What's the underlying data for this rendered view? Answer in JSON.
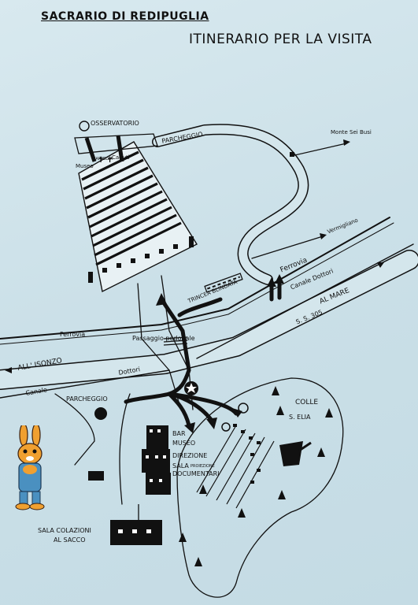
{
  "header": {
    "title": "SACRARIO DI REDIPUGLIA",
    "subtitle": "ITINERARIO PER LA VISITA"
  },
  "labels": {
    "osservatorio": "OSSERVATORIO",
    "museo": "Museo",
    "cappella": "CAPPELLA",
    "caduti": "Caduti",
    "parcheggio_top": "PARCHEGGIO",
    "monte_sei_busi": "Monte Sei Busi",
    "vermigliano": "Vermigliano",
    "trincea_blindata": "TRINCEA BLINDATA",
    "ferrovia_right": "Ferrovia",
    "canale_dottori_right": "Canale Dottori",
    "al_mare": "AL MARE",
    "ss305": "S. S. 305",
    "ferrovia_left": "Ferrovia",
    "passaggio_pedonale": "Passaggio pedonale",
    "all_isonzo": "ALL' ISONZO",
    "dottori_left": "Dottori",
    "canale_left": "Canale",
    "parcheggio_bottom": "PARCHEGGIO",
    "colle": "COLLE",
    "s_elia": "S. ELIA",
    "bar": "BAR",
    "museo2": "MUSEO",
    "direzione": "DIREZIONE",
    "sala": "SALA",
    "proiezione": "PROIEZIONE",
    "documentari": "DOCUMENTARI",
    "sala_colazioni": "SALA COLAZIONI",
    "al_sacco": "AL SACCO"
  },
  "colors": {
    "background": "#cfe3ea",
    "ink": "#111111",
    "road_fill": "#d4e6ec",
    "mascot_body": "#f0a030",
    "mascot_overall": "#4a90c0"
  },
  "icons": {
    "star_marker": "star-icon",
    "tree_marker": "tree-icon",
    "cannon_marker": "cannon-icon",
    "mascot": "rabbit-mascot"
  }
}
